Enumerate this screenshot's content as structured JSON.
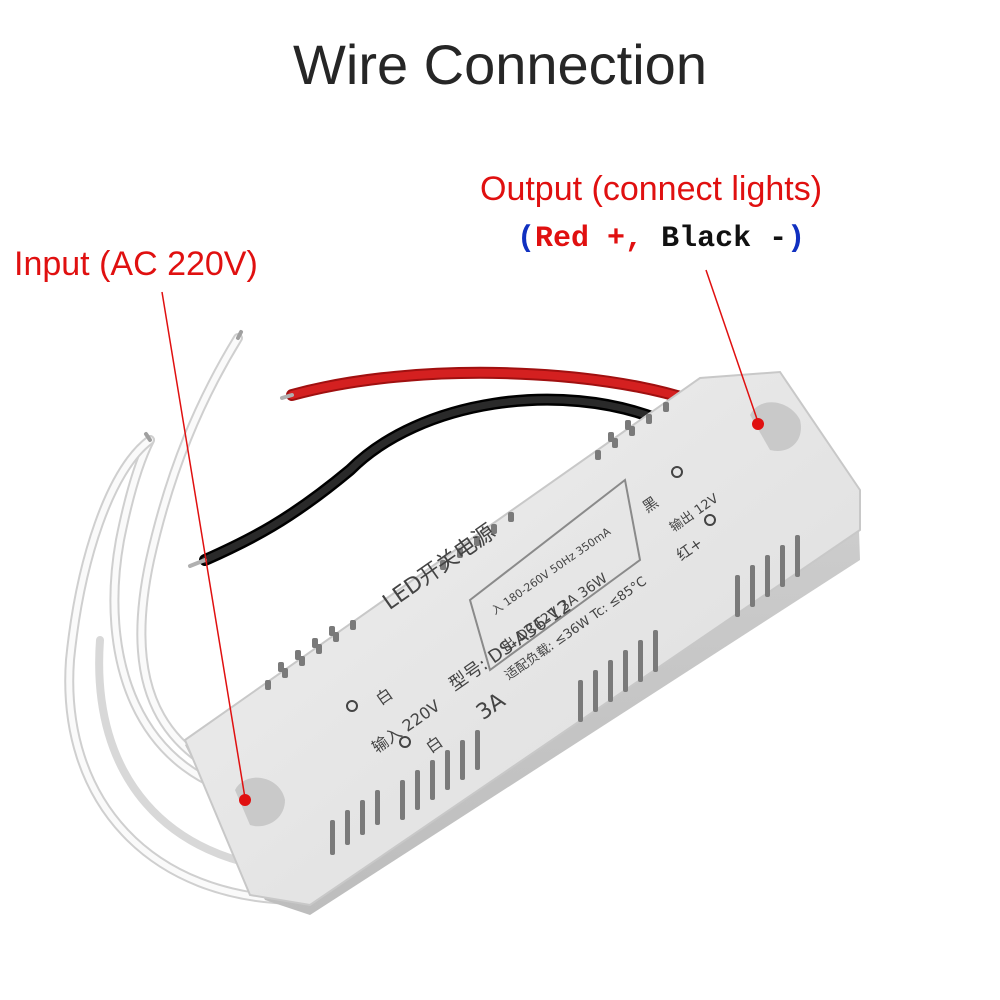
{
  "title": "Wire Connection",
  "input_label": "Input (AC 220V)",
  "output_label": "Output (connect lights)",
  "polarity": {
    "open": "(",
    "red": "Red +,",
    "black": "Black -",
    "close": ")"
  },
  "device_print": {
    "product_name": "LED开关电源",
    "input_row": "入 180-260V 50Hz 350mA",
    "output_row": "出 DC12V 3A 36W",
    "load_row": "适配负载: ≤36W Tc: ≤85°C",
    "model": "型号: DS-A36-12",
    "input_voltage": "输入 220V",
    "current": "3A",
    "white_1": "白",
    "white_2": "白",
    "black_terminal": "黑",
    "red_terminal": "红+",
    "output_voltage": "输出 12V"
  },
  "colors": {
    "label_red": "#e01010",
    "paren_blue": "#1030c0",
    "case_grey": "#e6e6e6",
    "wire_red": "#d42020",
    "wire_black": "#1a1a1a"
  }
}
